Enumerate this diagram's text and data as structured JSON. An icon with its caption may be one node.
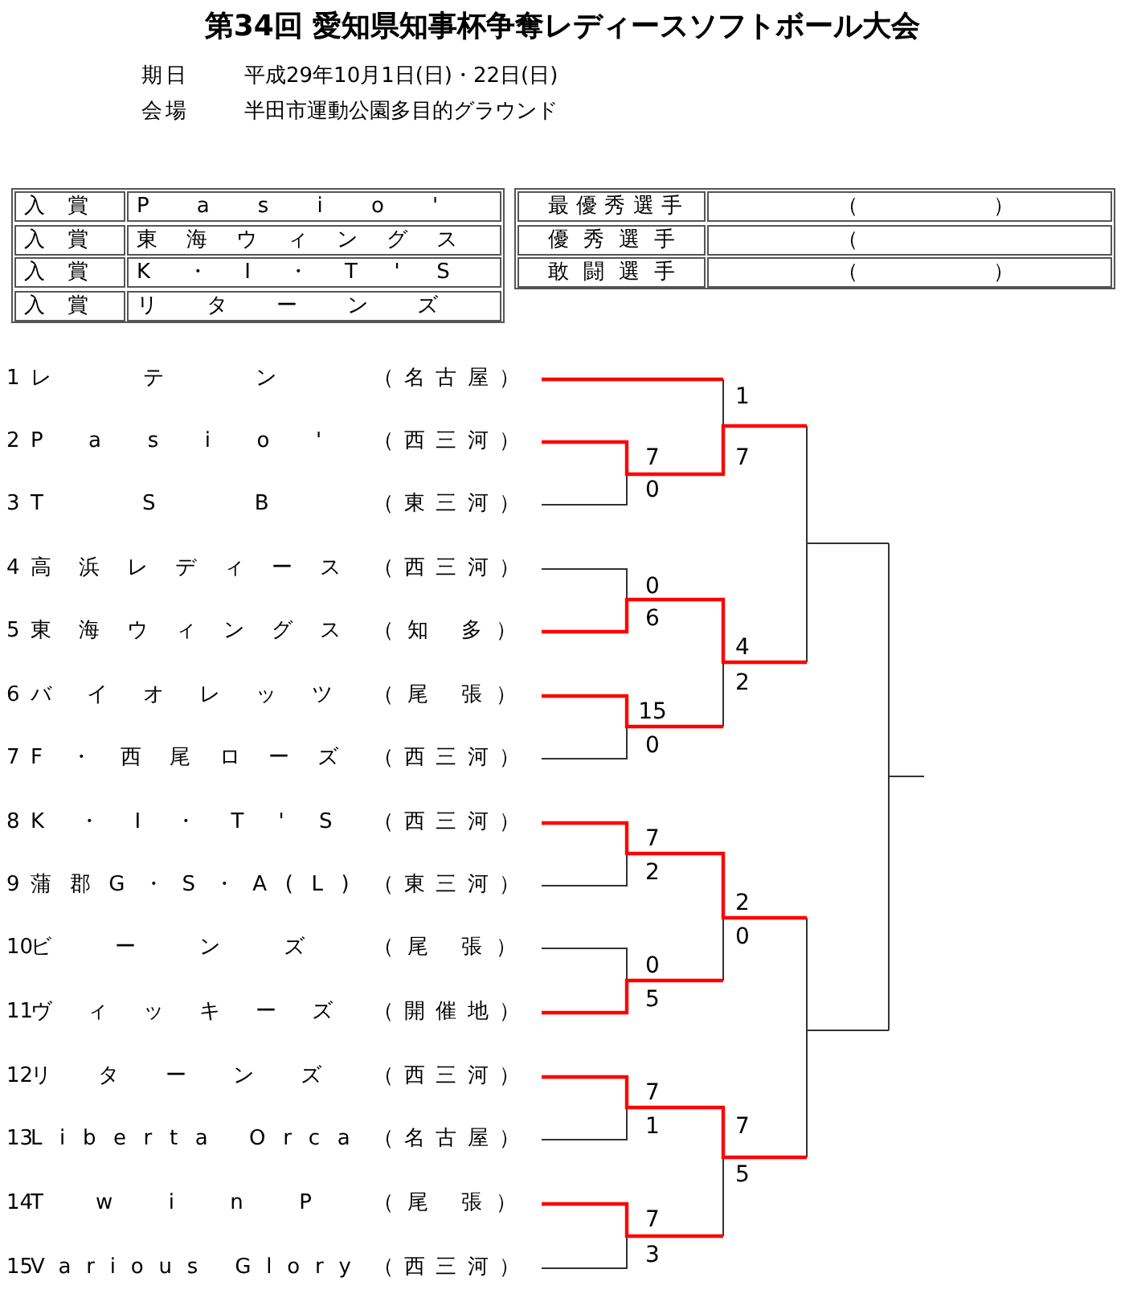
{
  "diagram": {
    "title": "第34回 愛知県知事杯争奪レディースソフトボール大会",
    "labels": [
      "期日",
      "平成29年10月1日(日)・22日(日)",
      "会場",
      "半田市運動公園多目的グラウンド",
      "入賞",
      "Pasio'",
      "入賞",
      "東海ウィングス",
      "入賞",
      "K・I・T'S",
      "入賞",
      "リターンズ",
      "最優秀選手",
      "（ ）",
      "優秀選手",
      "（",
      "敢闘選手",
      "（ ）",
      "1",
      "レテン",
      "（名古屋）",
      "2",
      "Pasio'",
      "（西三河）",
      "3",
      "TSB",
      "（東三河）",
      "4",
      "高浜レディース",
      "（西三河）",
      "5",
      "東海ウィングス",
      "（知 多）",
      "6",
      "バイオレッツ",
      "（尾 張）",
      "7",
      "F・西尾ローズ",
      "（西三河）",
      "8",
      "K・I・T'S",
      "（西三河）",
      "9",
      "蒲郡G・S・A(L)",
      "（東三河）",
      "10",
      "ビーンズ",
      "（尾 張）",
      "11",
      "ヴィッキーズ",
      "（開催地）",
      "12",
      "リターンズ",
      "（西三河）",
      "13",
      "Liberta Orca",
      "（名古屋）",
      "14",
      "TwinP",
      "（尾 張）",
      "15",
      "Various Glory",
      "（西三河）",
      "1",
      "7",
      "7",
      "0",
      "0",
      "6",
      "4",
      "2",
      "15",
      "0",
      "7",
      "2",
      "2",
      "0",
      "0",
      "5",
      "7",
      "1",
      "7",
      "5",
      "7",
      "3"
    ]
  }
}
